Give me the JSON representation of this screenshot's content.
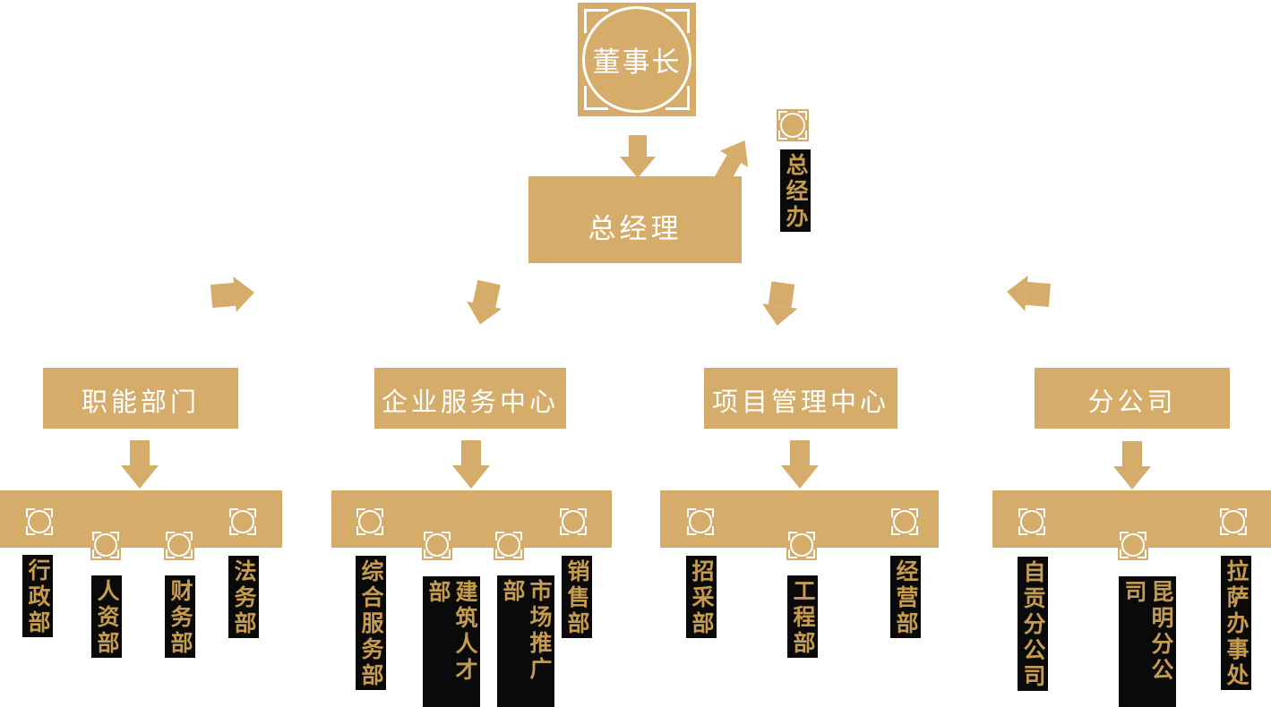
{
  "page": {
    "background": "#FFFFFF",
    "accent_gold": "#D5AC6A",
    "label_text_gold": "#C59B4F",
    "label_background": "#0A0A0A",
    "node_text_color": "#FFFFFF"
  },
  "icons": {
    "chairman_emblem": "circle-seal-emblem-icon",
    "department_icon": "circle-seal-icon",
    "connector": "brush-arrow-icon"
  },
  "chairman": {
    "label": "董事长"
  },
  "general_manager": {
    "label": "总经理"
  },
  "gm_office": {
    "label": "总经办"
  },
  "groups": [
    {
      "title": "职能部门",
      "departments": [
        "行政部",
        "人资部",
        "财务部",
        "法务部"
      ]
    },
    {
      "title": "企业服务中心",
      "departments": [
        "综合服务部",
        "建筑人才部",
        "市场推广部",
        "销售部"
      ]
    },
    {
      "title": "项目管理中心",
      "departments": [
        "招采部",
        "工程部",
        "经营部"
      ]
    },
    {
      "title": "分公司",
      "departments": [
        "自贡分公司",
        "昆明分公司",
        "拉萨办事处"
      ]
    }
  ]
}
